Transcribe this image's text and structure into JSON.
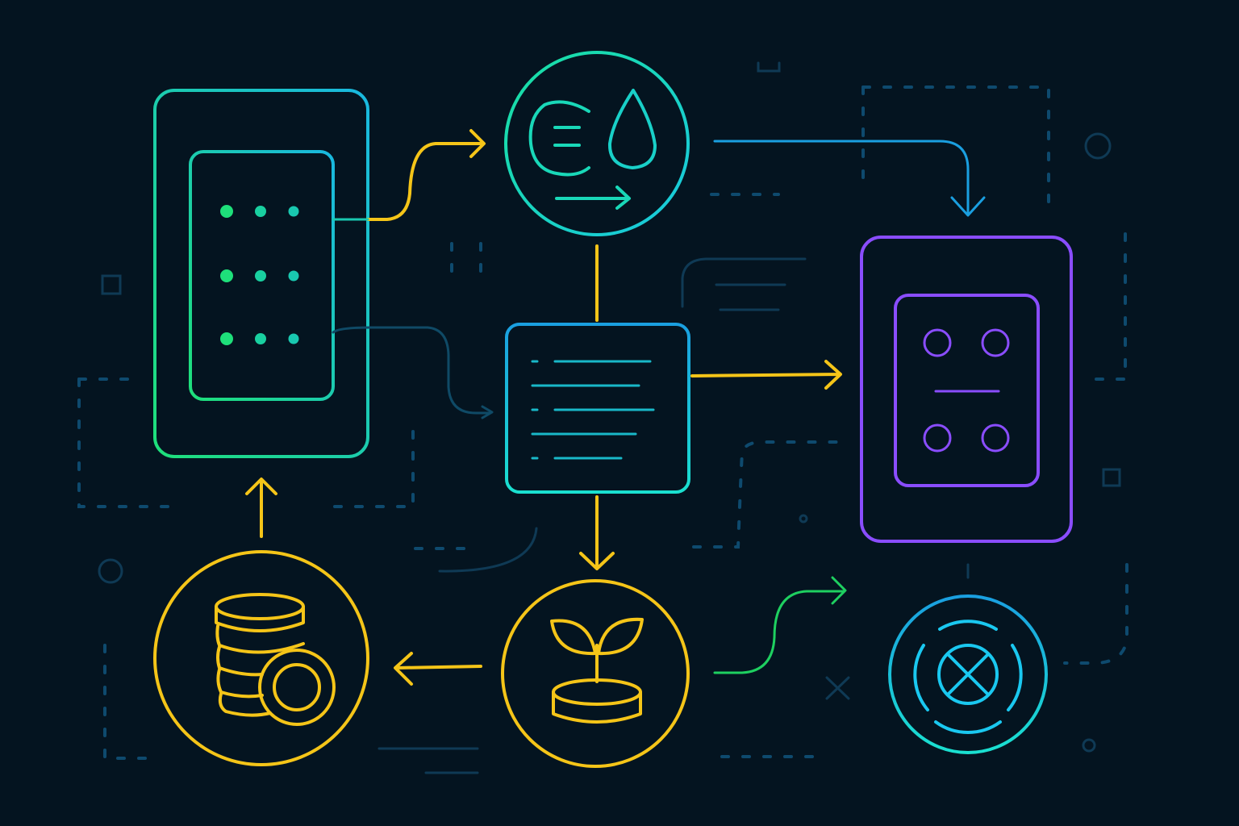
{
  "colors": {
    "background": "#041420",
    "green": "#1ee07a",
    "teal": "#19e0c0",
    "yellow": "#f5c518",
    "purple": "#8a4dff",
    "blue": "#1a9fe0",
    "cyan": "#1ad4f0",
    "faint": "#0f3a55"
  },
  "nodes": [
    {
      "id": "device-panel",
      "icon": "device-dots-icon",
      "color": "green"
    },
    {
      "id": "water-energy",
      "icon": "energy-water-drop-icon",
      "color": "teal"
    },
    {
      "id": "document",
      "icon": "document-lines-icon",
      "color": "teal"
    },
    {
      "id": "purple-panel",
      "icon": "circles-grid-icon",
      "color": "purple"
    },
    {
      "id": "coins",
      "icon": "coin-stack-icon",
      "color": "yellow"
    },
    {
      "id": "sprout",
      "icon": "sprout-coins-icon",
      "color": "yellow"
    },
    {
      "id": "target",
      "icon": "crossed-circle-icon",
      "color": "cyan"
    }
  ],
  "edges": [
    {
      "from": "device-panel",
      "to": "water-energy",
      "color": "yellow"
    },
    {
      "from": "water-energy",
      "to": "purple-panel",
      "color": "blue"
    },
    {
      "from": "water-energy",
      "to": "document",
      "color": "yellow"
    },
    {
      "from": "document",
      "to": "purple-panel",
      "color": "yellow"
    },
    {
      "from": "document",
      "to": "sprout",
      "color": "yellow"
    },
    {
      "from": "sprout",
      "to": "coins",
      "color": "yellow"
    },
    {
      "from": "coins",
      "to": "device-panel",
      "color": "yellow"
    },
    {
      "from": "sprout",
      "to": "target",
      "color": "green"
    },
    {
      "from": "device-panel",
      "to": "document",
      "color": "faint"
    }
  ]
}
